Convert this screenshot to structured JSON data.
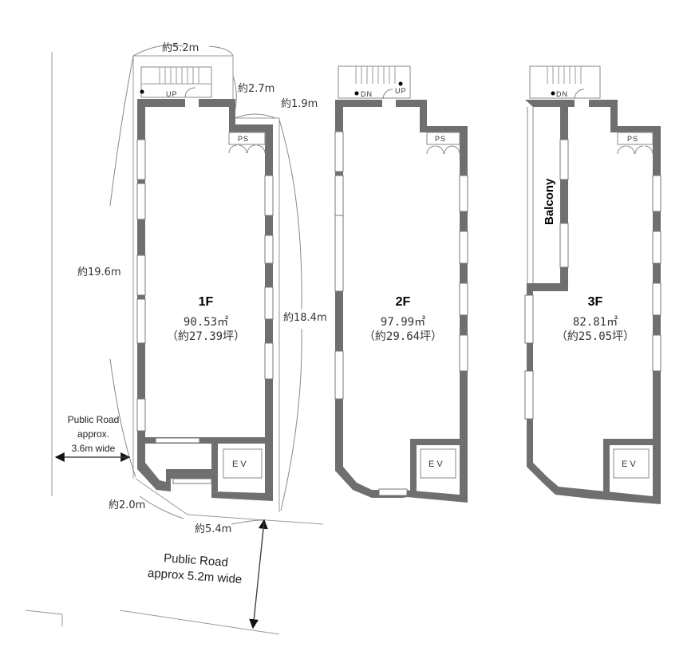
{
  "site": {
    "dimensions": {
      "top_width": "約5.2m",
      "stair_offset": "約2.7m",
      "ps_offset": "約1.9m",
      "left_length": "約19.6m",
      "right_length": "約18.4m",
      "corner_cut": "約2.0m",
      "front_width": "約5.4m"
    },
    "roads": {
      "side_road_line1": "Public Road",
      "side_road_line2": "approx.",
      "side_road_line3": "3.6m wide",
      "front_road_line1": "Public Road",
      "front_road_line2": "approx 5.2m wide"
    }
  },
  "floors": [
    {
      "label": "1F",
      "area_sqm": "90.53㎡",
      "area_tsubo": "（約27.39坪）",
      "stair_label": "UP",
      "ps_label": "PS",
      "ev_label": "EV"
    },
    {
      "label": "2F",
      "area_sqm": "97.99㎡",
      "area_tsubo": "（約29.64坪）",
      "stair_dn_label": "DN",
      "stair_up_label": "UP",
      "ps_label": "PS",
      "ev_label": "EV"
    },
    {
      "label": "3F",
      "area_sqm": "82.81㎡",
      "area_tsubo": "（約25.05坪）",
      "stair_label": "DN",
      "ps_label": "PS",
      "ev_label": "EV",
      "balcony_label": "Balcony"
    }
  ],
  "colors": {
    "wall": "#6f6f6f",
    "line": "#888888",
    "background": "#ffffff"
  }
}
